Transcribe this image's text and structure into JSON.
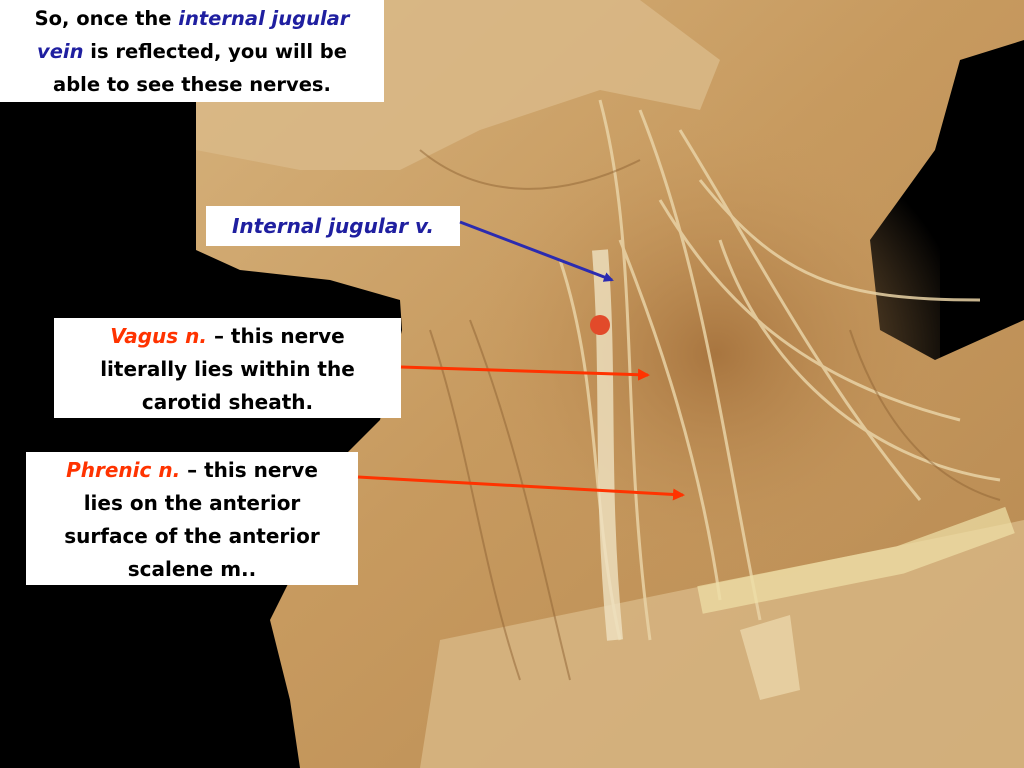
{
  "intro": {
    "line1_a": "So, once the ",
    "line1_term": "internal jugular",
    "line2_term": "vein",
    "line2_b": " is reflected, you will be",
    "line3": "able to see these nerves."
  },
  "ijv_label": {
    "term": "Internal jugular v."
  },
  "vagus_label": {
    "term": "Vagus n.",
    "line1_b": " – this nerve",
    "line2": "literally lies within the",
    "line3": "carotid sheath."
  },
  "phrenic_label": {
    "term": "Phrenic n.",
    "line1_b": " – this nerve",
    "line2": "lies on the anterior",
    "line3": "surface of the anterior",
    "line4": "scalene m.."
  },
  "colors": {
    "vein_label": "#1f1fa0",
    "nerve_label": "#ff3300",
    "vein_arrow": "#2b2bb0",
    "nerve_arrow": "#ff3300",
    "background": "#000000"
  },
  "image": {
    "subject": "dissection-photo-neck-nerves"
  }
}
